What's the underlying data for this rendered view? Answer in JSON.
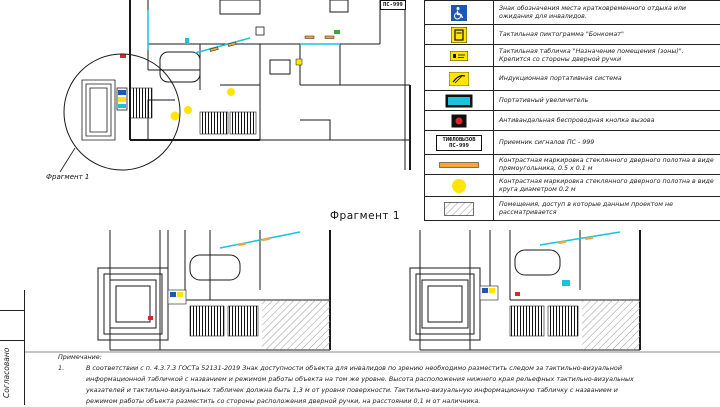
{
  "legend": [
    {
      "symbol": "wheelchair-sign",
      "text": "Знак обозначения места кратковременного отдыха или ожидания для инвалидов."
    },
    {
      "symbol": "tactile-pictogram",
      "text": "Тактильная пиктограмма \"Бонкомат\""
    },
    {
      "symbol": "tactile-plate",
      "text": "Тактильная табличка \"Назначение помещения (зоны)\". Крепится со стороны дверной ручки"
    },
    {
      "symbol": "induction-loop",
      "text": "Индукционная портативная система"
    },
    {
      "symbol": "magnifier",
      "text": "Портативный увеличитель"
    },
    {
      "symbol": "call-button",
      "text": "Антивандальная беспроводная кнопка вызова"
    },
    {
      "symbol": "receiver",
      "symbol_text": "ТИФЛОВЫЗОВ ПС-999",
      "text": "Приемник сигналов ПС - 999"
    },
    {
      "symbol": "orange-strip",
      "text": "Контрастная маркировка стеклянного дверного полотна в виде прямоугольника, 0.5 х 0.1 м"
    },
    {
      "symbol": "yellow-circle",
      "text": "Контрастная маркировка стеклянного дверного полотна в виде круга диаметром 0.2 м"
    },
    {
      "symbol": "hatched-area",
      "text": "Помещения, доступ в которые данным проектом не рассматривается"
    }
  ],
  "labels": {
    "fragment_title": "Фрагмент 1",
    "fragment_callout": "Фрагмент 1",
    "plan_tag": "ПС-999",
    "side_stamp": "Согласовано"
  },
  "notes": {
    "heading": "Примечание:",
    "item_number": "1.",
    "item_line1": "В соответствии с п. 4.3.7.3 ГОСТа 52131-2019 Знак доступности объекта для инвалидов по зрению необходимо разместить следом за тактильно-визуальной",
    "item_line2": "информационной табличкой с названием и режимом работы объекта на том же уровне. Высота расположения нижнего края рельефных тактильно-визуальных",
    "item_line3": "указателей и тактильно-визуальных табличек должна быть 1,3 м от уровня поверхности. Тактильно-визуальную информационную табличку с названием и",
    "item_line4": "режимом работы объекта разместить со стороны расположения дверной ручки, на расстоянии 0,1 м от наличника."
  },
  "colors": {
    "line": "#1a1a1a",
    "cyan": "#19c3d9",
    "yellow": "#ffe500",
    "orange": "#f6a43b",
    "blue_sign": "#1d56b3",
    "red_button": "#d52a2a",
    "green_marker": "#38a838",
    "hatch": "#9a9a9a"
  }
}
